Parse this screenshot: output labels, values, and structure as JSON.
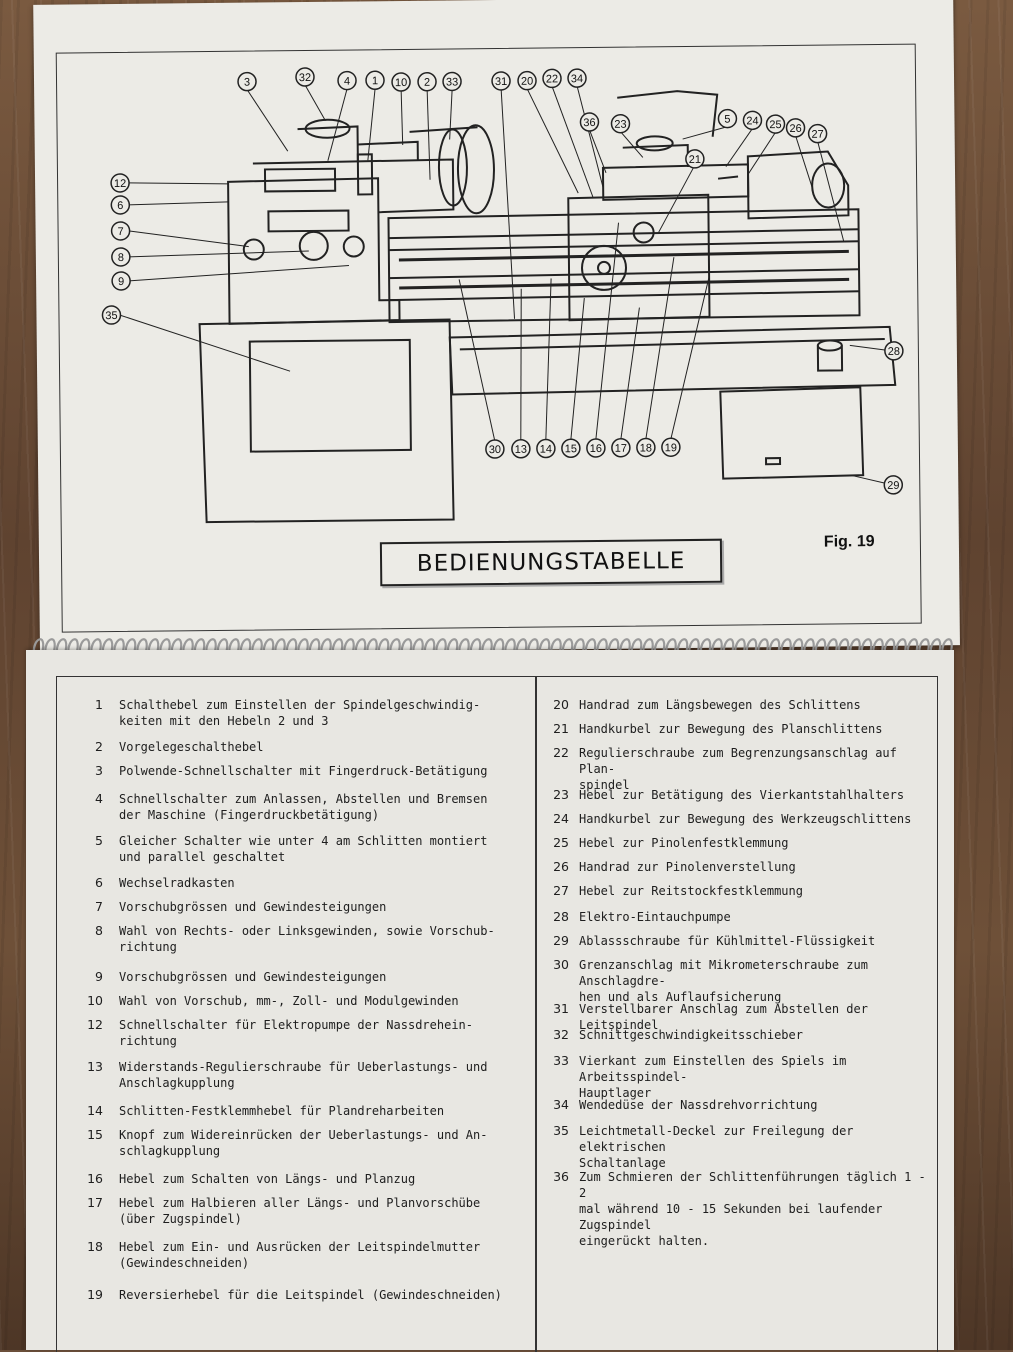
{
  "figure": {
    "title": "BEDIENUNGSTABELLE",
    "label": "Fig. 19",
    "callouts": [
      "3",
      "32",
      "4",
      "1",
      "10",
      "2",
      "33",
      "31",
      "20",
      "22",
      "34",
      "36",
      "23",
      "5",
      "24",
      "25",
      "26",
      "27",
      "21",
      "12",
      "6",
      "7",
      "8",
      "9",
      "35",
      "28",
      "29",
      "30",
      "13",
      "14",
      "15",
      "16",
      "17",
      "18",
      "19"
    ]
  },
  "table": {
    "left": [
      {
        "num": "1",
        "text": "Schalthebel zum Einstellen der Spindelgeschwindig-\nkeiten mit den Hebeln 2 und 3"
      },
      {
        "num": "2",
        "text": "Vorgelegeschalthebel"
      },
      {
        "num": "3",
        "text": "Polwende-Schnellschalter mit Fingerdruck-Betätigung"
      },
      {
        "num": "4",
        "text": "Schnellschalter zum Anlassen, Abstellen und Bremsen\nder Maschine (Fingerdruckbetätigung)"
      },
      {
        "num": "5",
        "text": "Gleicher Schalter wie unter 4 am Schlitten montiert\nund parallel geschaltet"
      },
      {
        "num": "6",
        "text": "Wechselradkasten"
      },
      {
        "num": "7",
        "text": "Vorschubgrössen und Gewindesteigungen"
      },
      {
        "num": "8",
        "text": "Wahl von Rechts- oder Linksgewinden, sowie Vorschub-\nrichtung"
      },
      {
        "num": "9",
        "text": "Vorschubgrössen und Gewindesteigungen"
      },
      {
        "num": "10",
        "text": "Wahl von Vorschub, mm-, Zoll- und Modulgewinden"
      },
      {
        "num": "12",
        "text": "Schnellschalter für Elektropumpe der Nassdrehein-\nrichtung"
      },
      {
        "num": "13",
        "text": "Widerstands-Regulierschraube für Ueberlastungs- und\nAnschlagkupplung"
      },
      {
        "num": "14",
        "text": "Schlitten-Festklemmhebel für Plandreharbeiten"
      },
      {
        "num": "15",
        "text": "Knopf zum Widereinrücken der Ueberlastungs- und An-\nschlagkupplung"
      },
      {
        "num": "16",
        "text": "Hebel zum Schalten von Längs- und Planzug"
      },
      {
        "num": "17",
        "text": "Hebel zum Halbieren aller Längs- und Planvorschübe\n(über Zugspindel)"
      },
      {
        "num": "18",
        "text": "Hebel zum Ein- und Ausrücken der Leitspindelmutter\n(Gewindeschneiden)"
      },
      {
        "num": "19",
        "text": "Reversierhebel für die Leitspindel (Gewindeschneiden)"
      }
    ],
    "right": [
      {
        "num": "20",
        "text": "Handrad zum Längsbewegen des Schlittens"
      },
      {
        "num": "21",
        "text": "Handkurbel zur Bewegung des Planschlittens"
      },
      {
        "num": "22",
        "text": "Regulierschraube zum Begrenzungsanschlag auf Plan-\nspindel"
      },
      {
        "num": "23",
        "text": "Hebel zur Betätigung des Vierkantstahlhalters"
      },
      {
        "num": "24",
        "text": "Handkurbel zur Bewegung des Werkzeugschlittens"
      },
      {
        "num": "25",
        "text": "Hebel zur Pinolenfestklemmung"
      },
      {
        "num": "26",
        "text": "Handrad zur Pinolenverstellung"
      },
      {
        "num": "27",
        "text": "Hebel zur Reitstockfestklemmung"
      },
      {
        "num": "28",
        "text": "Elektro-Eintauchpumpe"
      },
      {
        "num": "29",
        "text": "Ablassschraube für Kühlmittel-Flüssigkeit"
      },
      {
        "num": "30",
        "text": "Grenzanschlag mit Mikrometerschraube zum Anschlagdre-\nhen und als Auflaufsicherung"
      },
      {
        "num": "31",
        "text": "Verstellbarer Anschlag zum Abstellen der Leitspindel"
      },
      {
        "num": "32",
        "text": "Schnittgeschwindigkeitsschieber"
      },
      {
        "num": "33",
        "text": "Vierkant zum Einstellen des Spiels im Arbeitsspindel-\nHauptlager"
      },
      {
        "num": "34",
        "text": "Wendedüse der Nassdrehvorrichtung"
      },
      {
        "num": "35",
        "text": "Leichtmetall-Deckel zur Freilegung der elektrischen\nSchaltanlage"
      },
      {
        "num": "36",
        "text": "Zum Schmieren der Schlittenführungen täglich 1 - 2\nmal während 10 - 15 Sekunden bei laufender Zugspindel\neingerückt halten."
      }
    ]
  }
}
